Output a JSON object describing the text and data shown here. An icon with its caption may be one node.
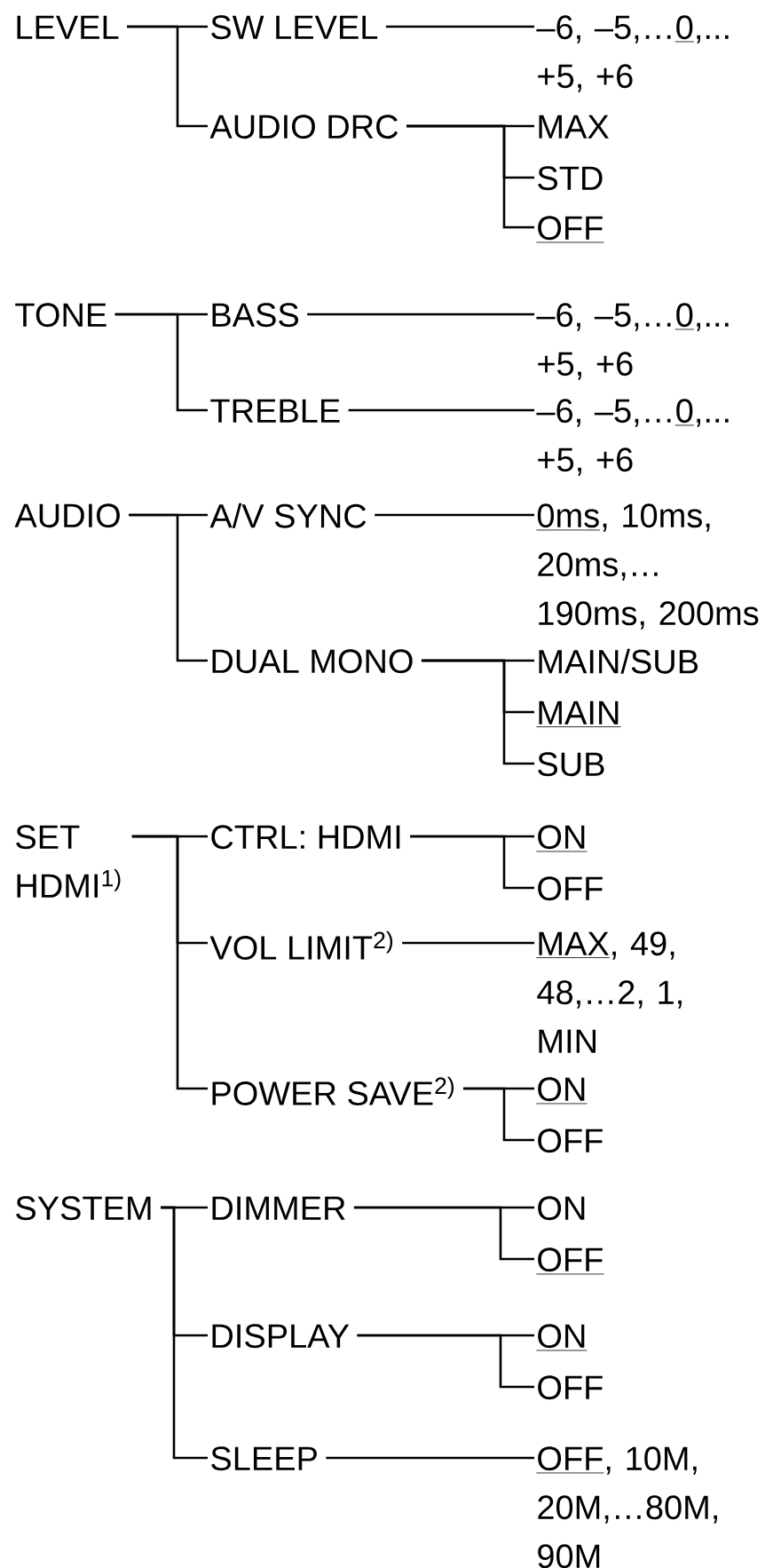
{
  "diagram": {
    "nodes": [
      {
        "text": [
          "LEVEL"
        ]
      },
      {
        "text": [
          "SW LEVEL"
        ]
      },
      {
        "text": [
          "–6, –5,…",
          "0",
          ",... +5, +6"
        ]
      },
      {
        "text": [
          "AUDIO DRC"
        ]
      },
      {
        "text": [
          "MAX"
        ]
      },
      {
        "text": [
          "STD"
        ]
      },
      {
        "text": [
          "OFF"
        ]
      },
      {
        "text": [
          "TONE"
        ]
      },
      {
        "text": [
          "BASS"
        ]
      },
      {
        "text": [
          "–6, –5,…",
          "0",
          ",... +5, +6"
        ]
      },
      {
        "text": [
          "TREBLE"
        ]
      },
      {
        "text": [
          "–6, –5,…",
          "0",
          ",... +5, +6"
        ]
      },
      {
        "text": [
          "AUDIO"
        ]
      },
      {
        "text": [
          "A/V SYNC"
        ]
      },
      {
        "text": [
          "0ms",
          ", 10ms, 20ms,… 190ms, 200ms"
        ]
      },
      {
        "text": [
          "DUAL MONO"
        ]
      },
      {
        "text": [
          "MAIN/SUB"
        ]
      },
      {
        "text": [
          "MAIN"
        ]
      },
      {
        "text": [
          "SUB"
        ]
      },
      {
        "text": [
          "SET HDMI$^{1)}$"
        ]
      },
      {
        "text": [
          "CTRL: HDMI"
        ]
      },
      {
        "text": [
          "ON"
        ]
      },
      {
        "text": [
          "OFF"
        ]
      },
      {
        "text": [
          "VOL LIMIT$^{2)}$"
        ]
      },
      {
        "text": [
          "MAX",
          ", 49, 48,…2, 1, MIN"
        ]
      },
      {
        "text": [
          "POWER SAVE$^{2)}$"
        ]
      },
      {
        "text": [
          "ON"
        ]
      },
      {
        "text": [
          "OFF"
        ]
      },
      {
        "text": [
          "SYSTEM"
        ]
      },
      {
        "text": [
          "DIMMER"
        ]
      },
      {
        "text": [
          "ON"
        ]
      },
      {
        "text": [
          "OFF"
        ]
      },
      {
        "text": [
          "DISPLAY"
        ]
      },
      {
        "text": [
          "ON"
        ]
      },
      {
        "text": [
          "OFF"
        ]
      },
      {
        "text": [
          "SLEEP"
        ]
      },
      {
        "text": [
          "OFF",
          ", 10M, 20M,…80M, 90M"
        ]
      }
    ],
    "edges": [
      {
        "from": 0,
        "to": 1,
        "arrow": "none"
      },
      {
        "from": 0,
        "to": 3,
        "arrow": "none"
      },
      {
        "from": 1,
        "to": 2,
        "arrow": "none"
      },
      {
        "from": 3,
        "to": 4,
        "arrow": "none"
      },
      {
        "from": 3,
        "to": 5,
        "arrow": "none"
      },
      {
        "from": 3,
        "to": 6,
        "arrow": "none"
      },
      {
        "from": 7,
        "to": 8,
        "arrow": "none"
      },
      {
        "from": 7,
        "to": 10,
        "arrow": "none"
      },
      {
        "from": 8,
        "to": 9,
        "arrow": "none"
      },
      {
        "from": 10,
        "to": 11,
        "arrow": "none"
      },
      {
        "from": 12,
        "to": 13,
        "arrow": "none"
      },
      {
        "from": 12,
        "to": 15,
        "arrow": "none"
      },
      {
        "from": 13,
        "to": 14,
        "arrow": "none"
      },
      {
        "from": 15,
        "to": 16,
        "arrow": "none"
      },
      {
        "from": 15,
        "to": 17,
        "arrow": "none"
      },
      {
        "from": 15,
        "to": 18,
        "arrow": "none"
      },
      {
        "from": 19,
        "to": 20,
        "arrow": "none"
      },
      {
        "from": 19,
        "to": 23,
        "arrow": "none"
      },
      {
        "from": 19,
        "to": 25,
        "arrow": "none"
      },
      {
        "from": 20,
        "to": 21,
        "arrow": "none"
      },
      {
        "from": 20,
        "to": 22,
        "arrow": "none"
      },
      {
        "from": 23,
        "to": 24,
        "arrow": "none"
      },
      {
        "from": 25,
        "to": 26,
        "arrow": "none"
      },
      {
        "from": 25,
        "to": 27,
        "arrow": "none"
      },
      {
        "from": 28,
        "to": 29,
        "arrow": "none"
      },
      {
        "from": 28,
        "to": 32,
        "arrow": "none"
      },
      {
        "from": 28,
        "to": 35,
        "arrow": "none"
      },
      {
        "from": 29,
        "to": 30,
        "arrow": "none"
      },
      {
        "from": 29,
        "to": 31,
        "arrow": "none"
      },
      {
        "from": 32,
        "to": 33,
        "arrow": "none"
      },
      {
        "from": 32,
        "to": 34,
        "arrow": "none"
      },
      {
        "from": 35,
        "to": 36,
        "arrow": "none"
      }
    ]
  }
}
